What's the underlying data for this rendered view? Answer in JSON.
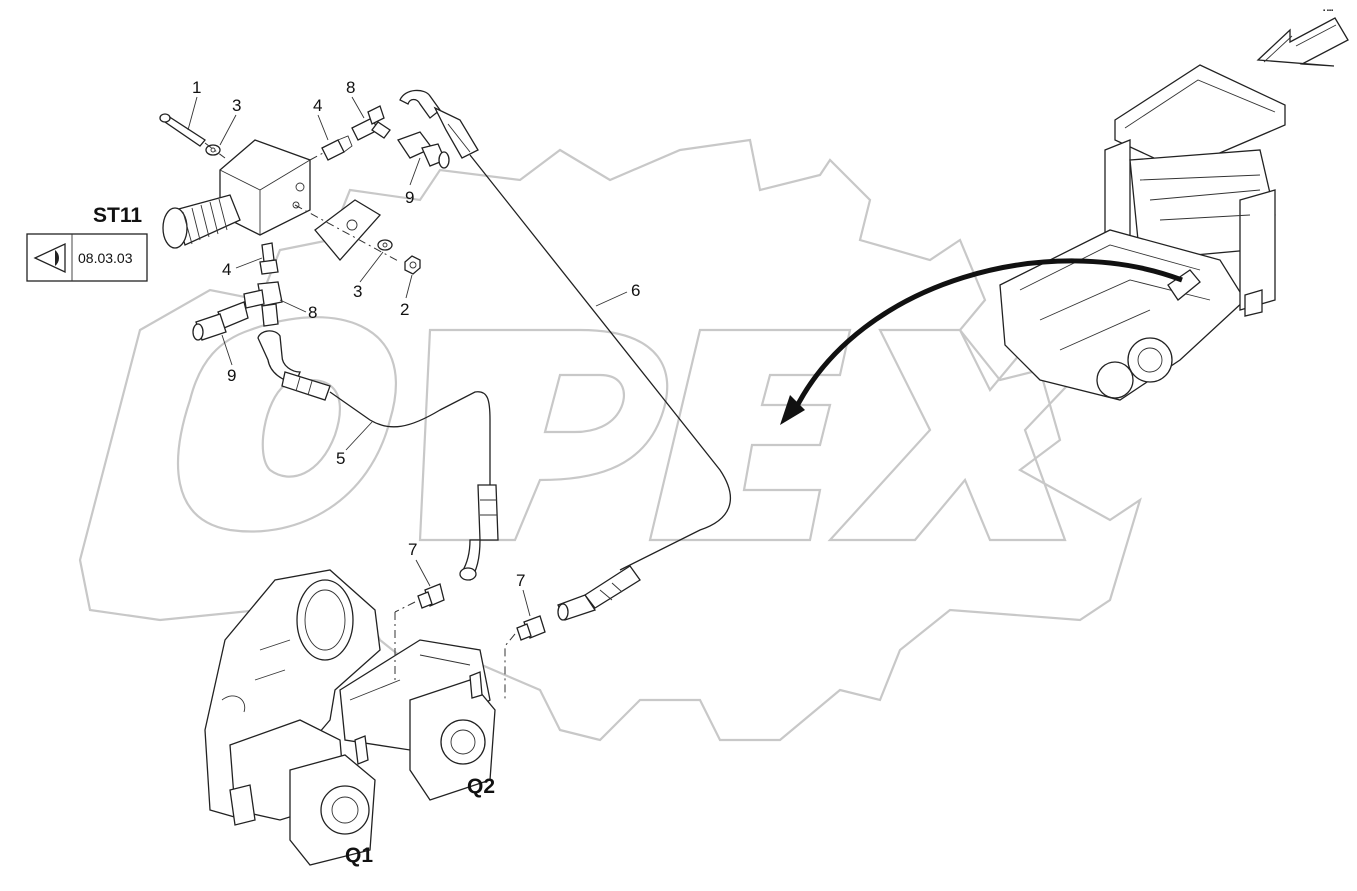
{
  "watermark": {
    "text": "OPEX",
    "color": "#c8c8c8"
  },
  "reference_box": {
    "icon": "eye-icon",
    "text": "08.03.03"
  },
  "labels": {
    "st11": "ST11",
    "q1": "Q1",
    "q2": "Q2"
  },
  "callouts": [
    {
      "id": "c1",
      "text": "1"
    },
    {
      "id": "c3a",
      "text": "3"
    },
    {
      "id": "c4a",
      "text": "4"
    },
    {
      "id": "c8a",
      "text": "8"
    },
    {
      "id": "c9a",
      "text": "9"
    },
    {
      "id": "c4b",
      "text": "4"
    },
    {
      "id": "c3b",
      "text": "3"
    },
    {
      "id": "c2",
      "text": "2"
    },
    {
      "id": "c8b",
      "text": "8"
    },
    {
      "id": "c9b",
      "text": "9"
    },
    {
      "id": "c6",
      "text": "6"
    },
    {
      "id": "c5",
      "text": "5"
    },
    {
      "id": "c7a",
      "text": "7"
    },
    {
      "id": "c7b",
      "text": "7"
    }
  ],
  "icons": {
    "view_arrow": "view-direction-arrow-icon",
    "location_arrow": "location-arrow-icon",
    "eye": "eye-icon"
  },
  "colors": {
    "line": "#222222",
    "background": "#ffffff"
  }
}
